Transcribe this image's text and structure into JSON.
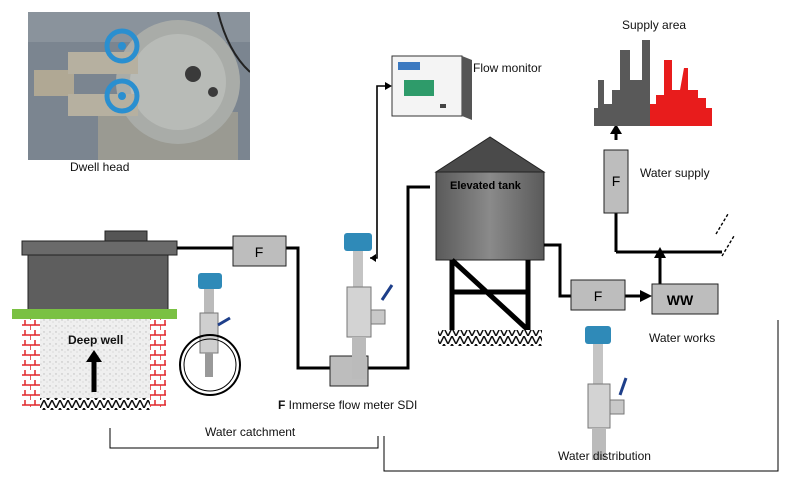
{
  "photo": {
    "caption": "Dwell head"
  },
  "labels": {
    "supply_area": "Supply area",
    "flow_monitor": "Flow monitor",
    "water_supply": "Water supply",
    "elevated_tank": "Elevated tank",
    "water_works": "Water works",
    "ww": "WW",
    "deep_well": "Deep well",
    "immerse_prefix": "F",
    "immerse_text": " Immerse flow meter SDI",
    "water_catchment": "Water catchment",
    "water_distribution": "Water distribution"
  },
  "meters": {
    "f_label": "F"
  },
  "colors": {
    "pipe": "#000000",
    "box": "#bdbdbd",
    "tank": "#6e6e6e",
    "grass": "#7ac143",
    "brick": "#e0262a",
    "supply_grey": "#595959",
    "supply_red": "#e81c1c",
    "flowmeter_head": "#2f8ab8"
  }
}
